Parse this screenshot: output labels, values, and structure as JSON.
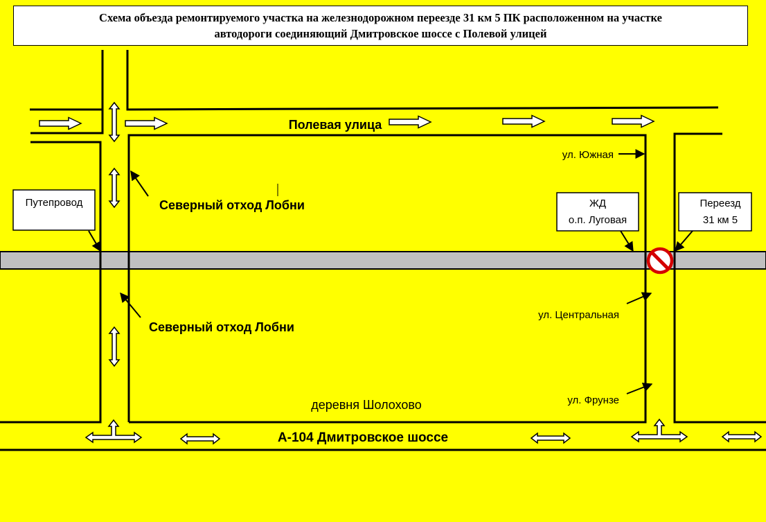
{
  "title": {
    "line1": "Схема объезда ремонтируемого участка на железнодорожном переезде 31 км 5 ПК расположенном на участке",
    "line2": "автодороги соединяющий Дмитровское шоссе с Полевой улицей"
  },
  "roads": {
    "polevaya": "Полевая улица",
    "a104": "А-104 Дмитровское шоссе",
    "lobnya_north_top": "Северный отход Лобни",
    "lobnya_north_bottom": "Северный отход Лобни"
  },
  "places": {
    "village": "деревня Шолохово"
  },
  "streets": {
    "yuzhnaya": "ул. Южная",
    "tsentralnaya": "ул. Центральная",
    "frunze": "ул. Фрунзе"
  },
  "callouts": {
    "overpass": "Путепровод",
    "station_line1": "ЖД",
    "station_line2": "о.п. Луговая",
    "crossing_line1": "Переезд",
    "crossing_line2": "31 км 5"
  },
  "colors": {
    "background": "#ffff00",
    "railway": "#c0c0c0",
    "no_entry": "#e00000"
  },
  "icons": {
    "closure": "no-entry-icon",
    "arrow_left": "arrow-left-icon",
    "arrow_double_h": "double-arrow-horizontal-icon",
    "arrow_double_v": "double-arrow-vertical-icon",
    "arrow_t": "t-junction-arrow-icon"
  }
}
